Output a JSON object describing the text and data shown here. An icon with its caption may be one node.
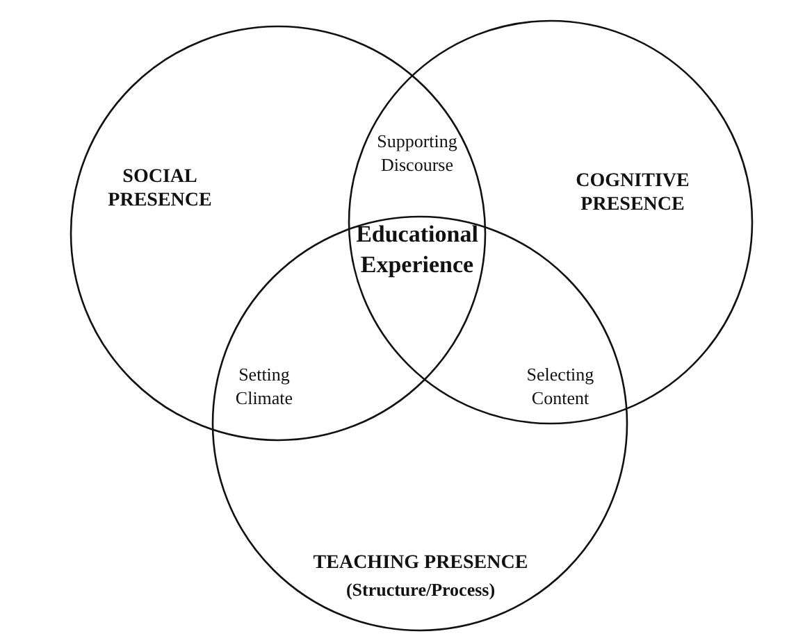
{
  "diagram": {
    "nodes": [
      {
        "text": [
          "SOCIAL PRESENCE"
        ]
      },
      {
        "text": [
          "COGNITIVE PRESENCE"
        ]
      },
      {
        "text": [
          "TEACHING PRESENCE",
          "(Structure/Process)"
        ]
      }
    ],
    "labels": [
      "Supporting Discourse",
      "Educational Experience",
      "Setting Climate",
      "Selecting Content"
    ]
  }
}
